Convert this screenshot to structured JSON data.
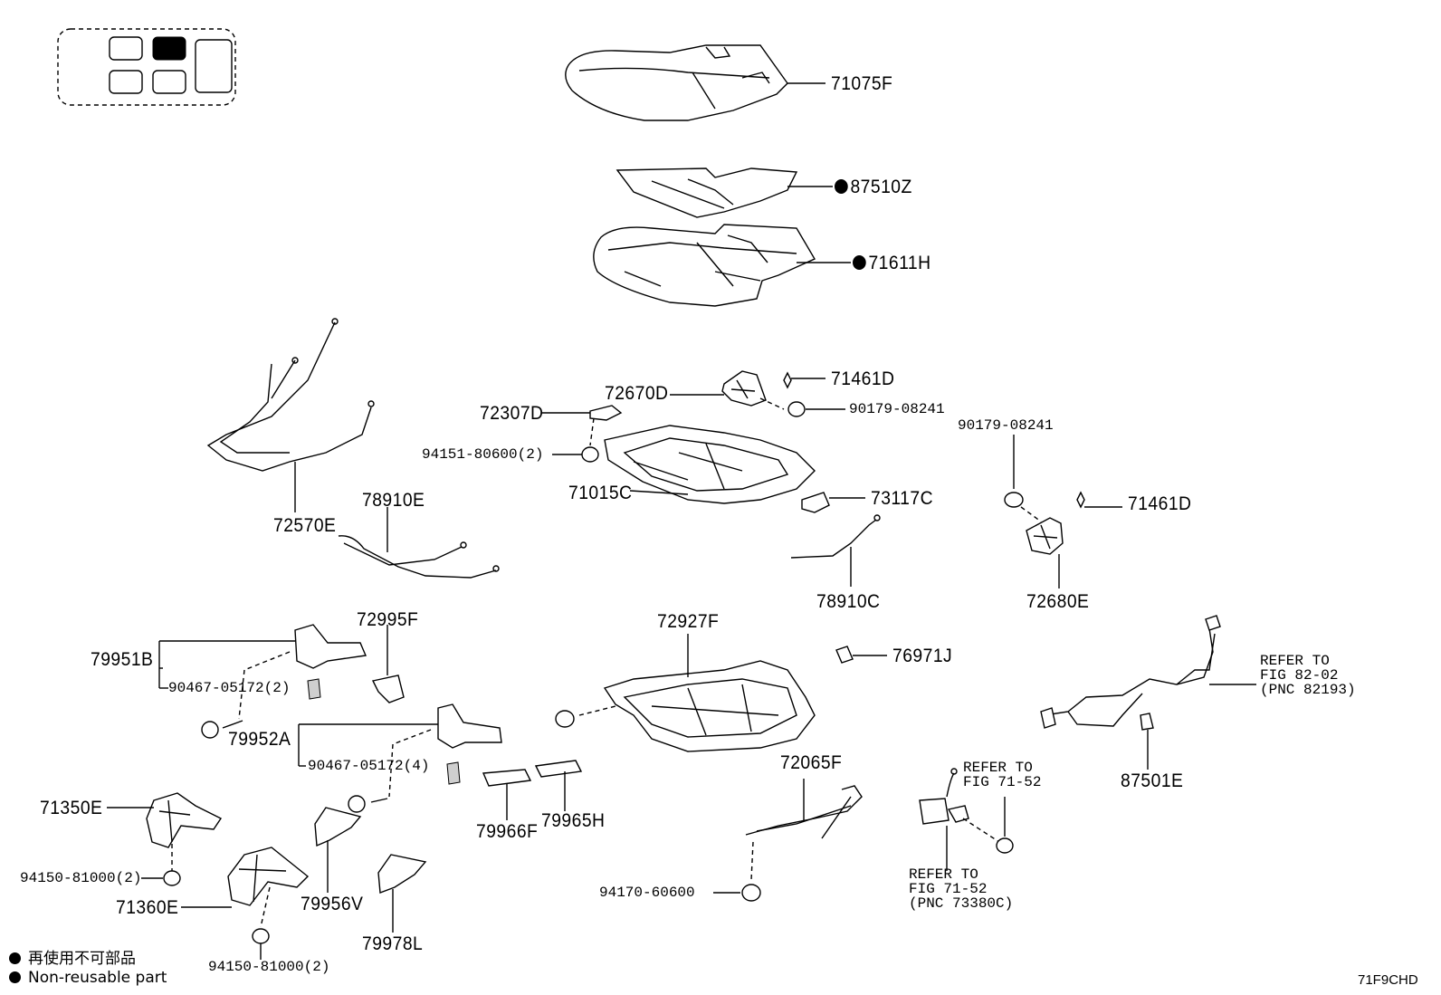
{
  "parts": {
    "p71075F": "71075F",
    "p87510Z": "87510Z",
    "p71611H": "71611H",
    "p71461D_a": "71461D",
    "p72670D": "72670D",
    "p90179_a": "90179-08241",
    "p72307D": "72307D",
    "p94151": "94151-80600(2)",
    "p71015C": "71015C",
    "p73117C": "73117C",
    "p90179_b": "90179-08241",
    "p71461D_b": "71461D",
    "p72570E": "72570E",
    "p78910E": "78910E",
    "p78910C": "78910C",
    "p72680E": "72680E",
    "p72995F": "72995F",
    "p72927F": "72927F",
    "p76971J": "76971J",
    "p79951B": "79951B",
    "p90467_a": "90467-05172(2)",
    "p79952A": "79952A",
    "p90467_b": "90467-05172(4)",
    "p71350E": "71350E",
    "p94150_a": "94150-81000(2)",
    "p71360E": "71360E",
    "p79956V": "79956V",
    "p79966F": "79966F",
    "p79965H": "79965H",
    "p72065F": "72065F",
    "p94170": "94170-60600",
    "p79978L": "79978L",
    "p94150_b": "94150-81000(2)",
    "p87501E": "87501E"
  },
  "refs": {
    "ref1_line1": "REFER TO",
    "ref1_line2": "FIG 82-02",
    "ref1_line3": "(PNC 82193)",
    "ref2_line1": "REFER TO",
    "ref2_line2": "FIG 71-52",
    "ref3_line1": "REFER TO",
    "ref3_line2": "FIG 71-52",
    "ref3_line3": "(PNC 73380C)"
  },
  "legend": {
    "line1": "再使用不可部品",
    "line2": "Non-reusable part"
  },
  "figure_code": "71F9CHD"
}
